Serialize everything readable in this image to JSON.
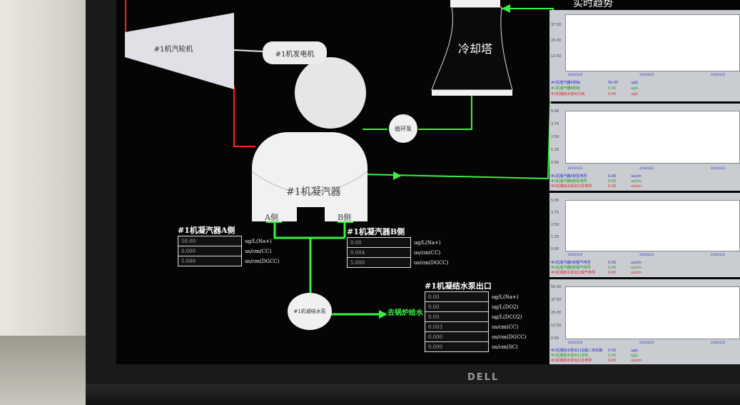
{
  "turbine": {
    "label": "#1机汽轮机"
  },
  "generator": {
    "label": "#1机发电机"
  },
  "cooling_tower": {
    "label": "冷却塔"
  },
  "circulation_pump": {
    "label": "循环泵"
  },
  "condenser": {
    "label": "#1机凝汽器",
    "side_a": "A侧",
    "side_b": "B侧"
  },
  "condensate_pump": {
    "label": "#1机凝结水泵"
  },
  "to_boiler": "去锅炉给水",
  "side_a_table": {
    "title": "#1机凝汽器A侧",
    "rows": [
      {
        "value": "50.00",
        "unit": "ug/L(Na+)"
      },
      {
        "value": "0.000",
        "unit": "us/cm(CC)"
      },
      {
        "value": "5.000",
        "unit": "us/cm(DGCC)"
      }
    ]
  },
  "side_b_table": {
    "title": "#1机凝汽器B侧",
    "rows": [
      {
        "value": "0.00",
        "unit": "ug/L(Na+)"
      },
      {
        "value": "0.004",
        "unit": "us/cm(CC)"
      },
      {
        "value": "5.000",
        "unit": "us/cm(DGCC)"
      }
    ]
  },
  "pump_outlet_table": {
    "title": "#1机凝结水泵出口",
    "rows": [
      {
        "value": "0.00",
        "unit": "ug/L(Na+)"
      },
      {
        "value": "0.00",
        "unit": "ug/L(DO2)"
      },
      {
        "value": "0.00",
        "unit": "ug/L(DCO2)"
      },
      {
        "value": "0.003",
        "unit": "us/cm(CC)"
      },
      {
        "value": "0.000",
        "unit": "us/cm(DGCC)"
      },
      {
        "value": "0.000",
        "unit": "us/cm(SC)"
      }
    ]
  },
  "trend": {
    "title": "实时趋势",
    "charts": [
      {
        "yticks": [
          "37.50",
          "25.00",
          "12.50"
        ],
        "xticks": [
          "2020/4/22",
          "2020/4/22",
          "2020/4/22"
        ],
        "legend": [
          {
            "name": "#1机凝汽器A侧钠",
            "value": "50.00",
            "unit": "ug/L",
            "color": "#2a2ad8"
          },
          {
            "name": "#1机凝汽器B侧钠",
            "value": "0.00",
            "unit": "ug/L",
            "color": "#1a9a1a"
          },
          {
            "name": "#1机凝结水泵出口钠",
            "value": "0.00",
            "unit": "ug/L",
            "color": "#e02020"
          }
        ]
      },
      {
        "yticks": [
          "5.00",
          "3.75",
          "2.50",
          "1.25",
          "0.00"
        ],
        "xticks": [
          "2020/4/22",
          "2020/4/22",
          "2020/4/22"
        ],
        "legend": [
          {
            "name": "#1机凝汽器A侧氢电导",
            "value": "0.00",
            "unit": "us/cm",
            "color": "#2a2ad8"
          },
          {
            "name": "#1机凝汽器B侧氢电导",
            "value": "0.00",
            "unit": "us/cm",
            "color": "#1a9a1a"
          },
          {
            "name": "#1机凝结水泵出口氢电导",
            "value": "0.00",
            "unit": "us/cm",
            "color": "#e02020"
          }
        ]
      },
      {
        "yticks": [
          "5.00",
          "3.75",
          "2.50",
          "1.25",
          "0.00"
        ],
        "xticks": [
          "2020/4/22",
          "2020/4/22",
          "2020/4/22"
        ],
        "legend": [
          {
            "name": "#1机凝汽器A侧脱气电导",
            "value": "5.00",
            "unit": "us/cm",
            "color": "#2a2ad8"
          },
          {
            "name": "#1机凝汽器B侧脱气电导",
            "value": "5.00",
            "unit": "us/cm",
            "color": "#1a9a1a"
          },
          {
            "name": "#1机凝结水泵出口脱气电导",
            "value": "0.00",
            "unit": "us/cm",
            "color": "#e02020"
          }
        ]
      },
      {
        "yticks": [
          "50.00",
          "37.50",
          "25.00",
          "12.50",
          "0.00"
        ],
        "xticks": [
          "2020/4/22",
          "2020/4/22",
          "2020/4/22"
        ],
        "legend": [
          {
            "name": "#1机凝结水泵出口溶解二氧化碳",
            "value": "0.00",
            "unit": "ug/L",
            "color": "#2a2ad8"
          },
          {
            "name": "#1机凝结水泵出口溶氧",
            "value": "0.00",
            "unit": "ug/L",
            "color": "#1a9a1a"
          },
          {
            "name": "#1机凝结水泵出口比电导",
            "value": "0.00",
            "unit": "us/cm",
            "color": "#e02020"
          }
        ]
      }
    ]
  },
  "monitor_brand": "DELL",
  "colors": {
    "pipe_green": "#37f23f",
    "pipe_red": "#ff2020",
    "pipe_white": "#e8e8e8"
  }
}
